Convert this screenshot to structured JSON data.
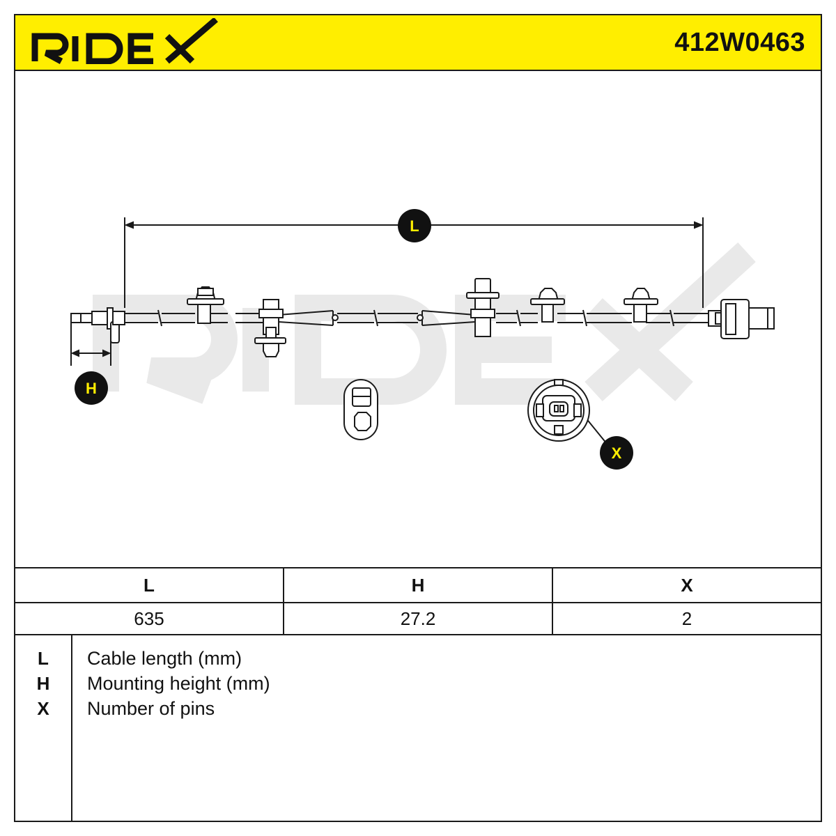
{
  "header": {
    "brand": "RIDEX",
    "part_number": "412W0463"
  },
  "diagram": {
    "watermark": "RIDEX",
    "callouts": {
      "length": "L",
      "height": "H",
      "pins": "X"
    }
  },
  "dimensions_table": {
    "headers": [
      "L",
      "H",
      "X"
    ],
    "values": [
      "635",
      "27.2",
      "2"
    ]
  },
  "legend": [
    {
      "key": "L",
      "description": "Cable length (mm)"
    },
    {
      "key": "H",
      "description": "Mounting height (mm)"
    },
    {
      "key": "X",
      "description": "Number of pins"
    }
  ],
  "colors": {
    "header_bg": "#ffee00",
    "outline": "#1a1a1a",
    "callout_bg": "#111111",
    "callout_text": "#ffee00",
    "watermark": "#e9e9e9"
  }
}
